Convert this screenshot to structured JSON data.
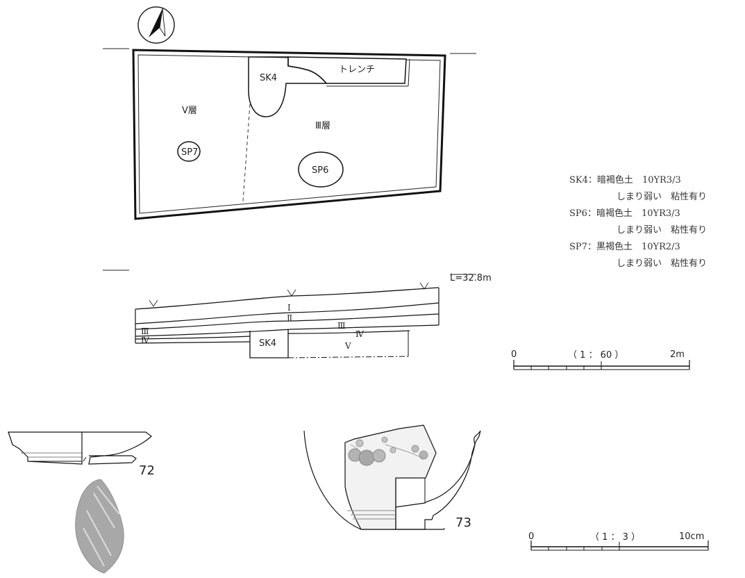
{
  "plan": {
    "features": {
      "sk4": "SK4",
      "trench": "トレンチ",
      "sp6": "SP6",
      "sp7": "SP7"
    },
    "layers": {
      "v": "Ⅴ層",
      "iii": "Ⅲ層"
    }
  },
  "section": {
    "elevation": "L=32.8m",
    "sk4": "SK4",
    "layers": {
      "i": "Ⅰ",
      "ii": "Ⅱ",
      "iii": "Ⅲ",
      "iv": "Ⅳ",
      "v": "Ⅴ"
    }
  },
  "legend": [
    {
      "feature": "SK4",
      "color": "暗褐色土",
      "code": "10YR3/3",
      "desc": "しまり弱い　粘性有り"
    },
    {
      "feature": "SP6",
      "color": "暗褐色土",
      "code": "10YR3/3",
      "desc": "しまり弱い　粘性有り"
    },
    {
      "feature": "SP7",
      "color": "黒褐色土",
      "code": "10YR2/3",
      "desc": "しまり弱い　粘性有り"
    }
  ],
  "scale_site": {
    "start": "0",
    "ratio": "（ 1 ： 60 ）",
    "end": "2m"
  },
  "scale_artifacts": {
    "start": "0",
    "ratio": "（ 1 ： 3 ）",
    "end": "10cm"
  },
  "artifacts": [
    {
      "number": "72"
    },
    {
      "number": "73"
    }
  ]
}
